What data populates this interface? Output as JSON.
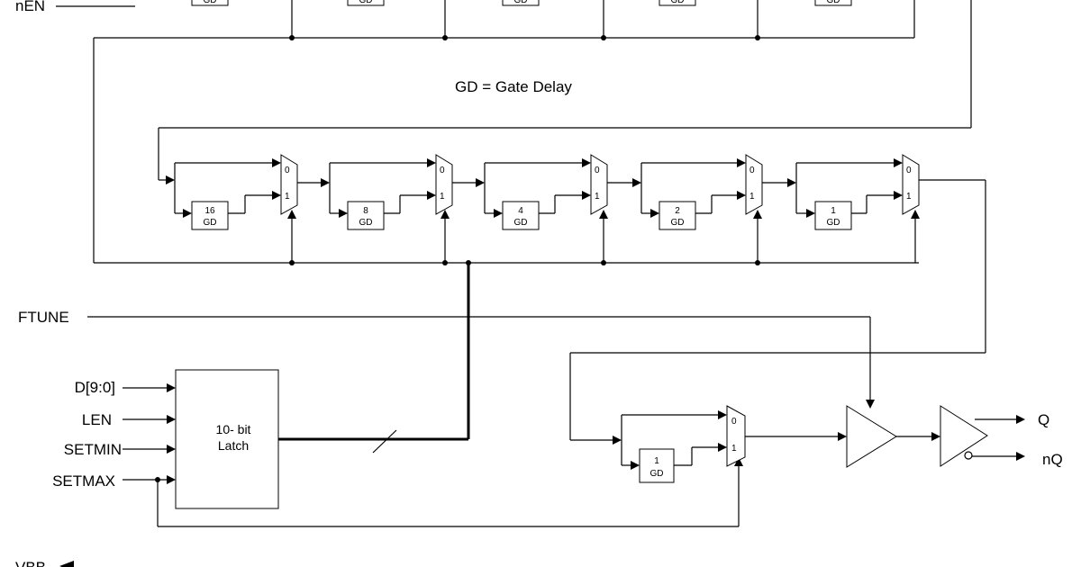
{
  "labels": {
    "nen": "nEN",
    "gd_legend": "GD = Gate Delay",
    "ftune": "FTUNE",
    "d": "D[9:0]",
    "len": "LEN",
    "setmin": "SETMIN",
    "setmax": "SETMAX",
    "vbb": "VBB",
    "latch_line1": "10- bit",
    "latch_line2": "Latch",
    "q": "Q",
    "nq": "nQ"
  },
  "gd_unit": "GD",
  "top_row_blocks": [
    "GD",
    "GD",
    "GD",
    "GD",
    "GD"
  ],
  "delay_stages": [
    "16",
    "8",
    "4",
    "2",
    "1"
  ],
  "final_stage": "1",
  "mux_inputs": {
    "zero": "0",
    "one": "1"
  }
}
